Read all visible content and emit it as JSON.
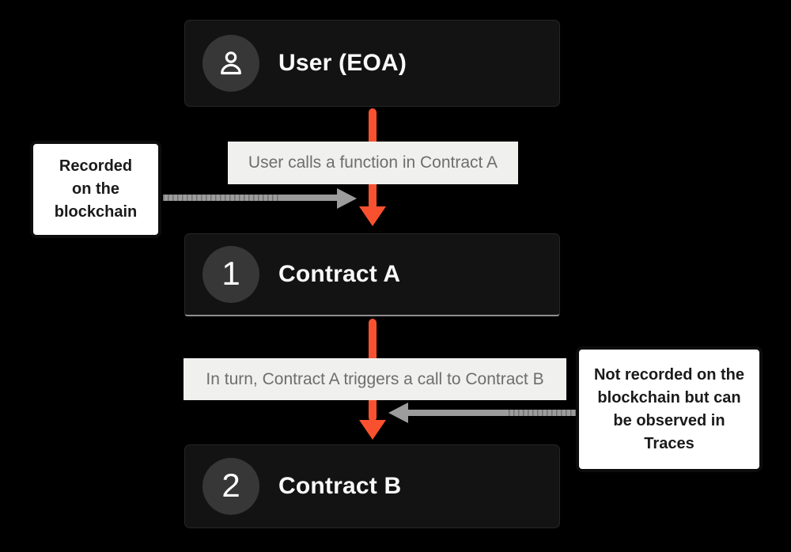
{
  "colors": {
    "background": "#000000",
    "node_bg": "#131313",
    "badge_bg": "#373737",
    "accent_orange": "#f95130",
    "arrow_gray": "#9c9c9c",
    "edge_label_bg": "#f0f0ee",
    "edge_label_text": "#6e6e6e",
    "note_bg": "#ffffff",
    "note_text": "#1a1a1a",
    "node_title_text": "#fafafa"
  },
  "nodes": [
    {
      "id": "user-eoa",
      "badge_icon": "user-icon",
      "title": "User (EOA)"
    },
    {
      "id": "contract-a",
      "badge_number": "1",
      "title": "Contract A"
    },
    {
      "id": "contract-b",
      "badge_number": "2",
      "title": "Contract B"
    }
  ],
  "edges": [
    {
      "label": "User calls a function in Contract A"
    },
    {
      "label": "In turn, Contract A triggers a call to Contract B"
    }
  ],
  "annotations": {
    "left": {
      "lines": [
        "Recorded",
        "on the",
        "blockchain"
      ]
    },
    "right": {
      "lines": [
        "Not recorded on the",
        "blockchain but can",
        "be observed in",
        "Traces"
      ]
    }
  }
}
